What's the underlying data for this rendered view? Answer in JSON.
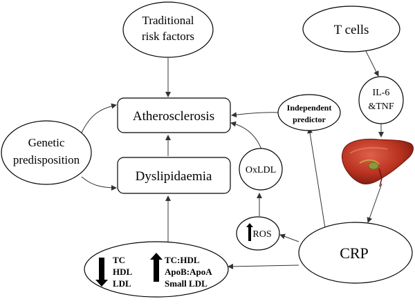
{
  "nodes": {
    "traditional_risk_factors": [
      "Traditional",
      "risk factors"
    ],
    "t_cells": "T cells",
    "atherosclerosis": "Atherosclerosis",
    "independent_predictor": [
      "Independent",
      "predictor"
    ],
    "il6_tnf": [
      "IL-6",
      "&TNF"
    ],
    "genetic_predisposition": [
      "Genetic",
      "predisposition"
    ],
    "dyslipidaemia": "Dyslipidaemia",
    "oxldl": "OxLDL",
    "ros": "ROS",
    "crp": "CRP",
    "lipid_decrease": [
      "TC",
      "HDL",
      "LDL"
    ],
    "lipid_increase": [
      "TC:HDL",
      "ApoB:ApoA",
      "Small LDL"
    ]
  },
  "icons": [
    "liver-icon",
    "arrow-down-icon",
    "arrow-up-icon"
  ],
  "colors": {
    "liver_main": "#b8321f",
    "liver_dark": "#7a1a10",
    "stroke": "#000000"
  }
}
